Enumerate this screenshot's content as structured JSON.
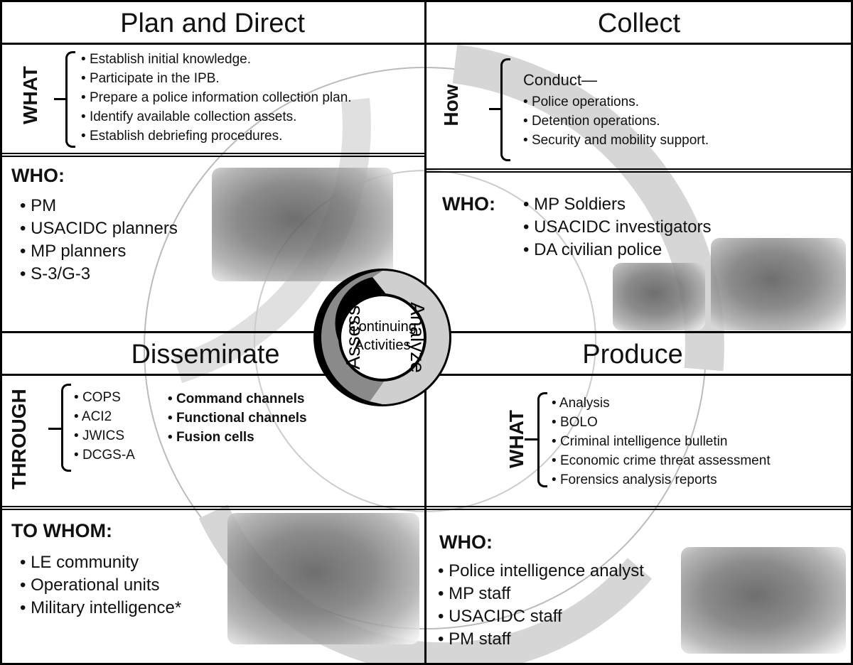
{
  "plan": {
    "title": "Plan and Direct",
    "what_label": "WHAT",
    "what_items": [
      "Establish initial knowledge.",
      "Participate in the IPB.",
      "Prepare a police information collection plan.",
      "Identify available collection assets.",
      "Establish debriefing procedures."
    ],
    "who_label": "WHO:",
    "who_items": [
      "PM",
      "USACIDC planners",
      "MP planners",
      "S-3/G-3"
    ]
  },
  "collect": {
    "title": "Collect",
    "how_label": "How",
    "conduct": "Conduct—",
    "how_items": [
      "Police operations.",
      "Detention operations.",
      "Security and mobility support."
    ],
    "who_label": "WHO:",
    "who_items": [
      "MP Soldiers",
      "USACIDC investigators",
      "DA civilian police"
    ]
  },
  "disseminate": {
    "title": "Disseminate",
    "through_label": "THROUGH",
    "through_items_a": [
      "COPS",
      "ACI2",
      "JWICS",
      "DCGS-A"
    ],
    "through_items_b": [
      "Command channels",
      "Functional channels",
      "Fusion cells"
    ],
    "to_whom_label": "TO WHOM:",
    "to_whom_items": [
      "LE community",
      "Operational units",
      "Military intelligence*"
    ]
  },
  "produce": {
    "title": "Produce",
    "what_label": "WHAT",
    "what_items": [
      "Analysis",
      "BOLO",
      "Criminal intelligence bulletin",
      "Economic crime threat assessment",
      "Forensics analysis reports"
    ],
    "who_label": "WHO:",
    "who_items": [
      "Police intelligence analyst",
      "MP staff",
      "USACIDC staff",
      "PM staff"
    ]
  },
  "center": {
    "line1": "Continuing",
    "line2": "Activities",
    "assess": "Assess",
    "analyze": "Analyze"
  },
  "colors": {
    "arrow": "#d4d4d4",
    "assess": "#8a8a8a",
    "analyze": "#cfcfcf"
  }
}
